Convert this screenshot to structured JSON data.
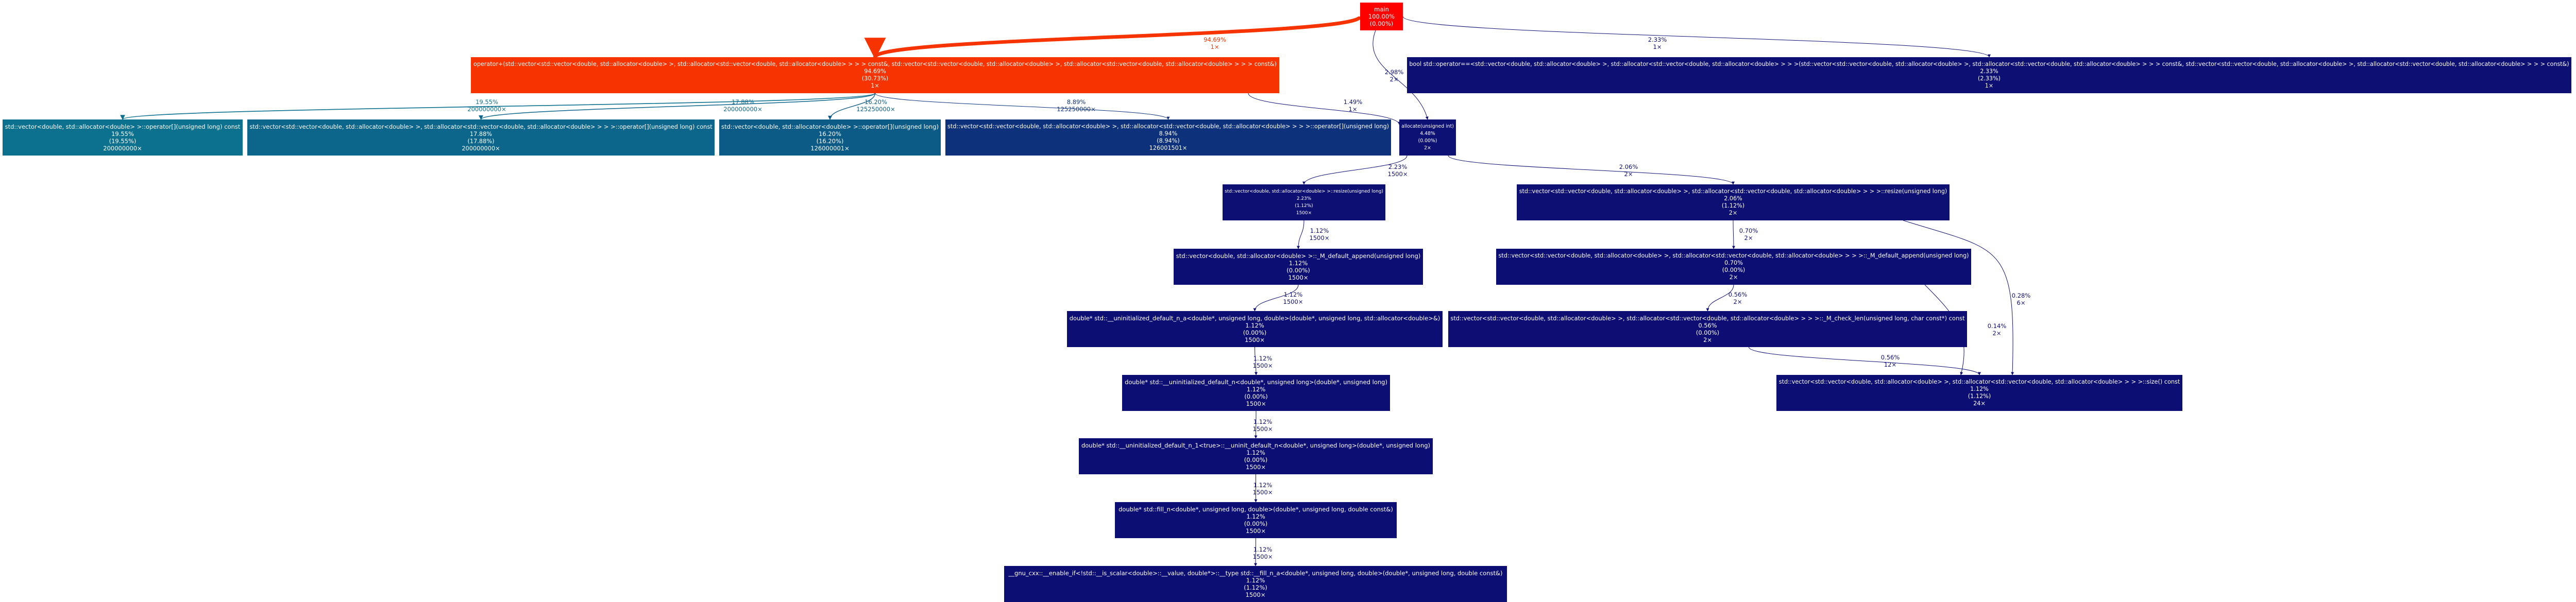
{
  "nodes": [
    {
      "id": "main",
      "color": "#ff0000",
      "lines": [
        "main",
        "100.00%",
        "(0.00%)"
      ]
    },
    {
      "id": "op_plus",
      "color": "#f73400",
      "lines": [
        "operator+(std::vector<std::vector<double, std::allocator<double> >, std::allocator<std::vector<double, std::allocator<double> > > > const&, std::vector<std::vector<double, std::allocator<double> >, std::allocator<std::vector<double, std::allocator<double> > > > const&)",
        "94.69%",
        "(30.73%)",
        "1×"
      ]
    },
    {
      "id": "op_eq",
      "color": "#0d0f73",
      "lines": [
        "bool std::operator==<std::vector<double, std::allocator<double> >, std::allocator<std::vector<double, std::allocator<double> > > >(std::vector<std::vector<double, std::allocator<double> >, std::allocator<std::vector<double, std::allocator<double> > > > const&, std::vector<std::vector<double, std::allocator<double> >, std::allocator<std::vector<double, std::allocator<double> > > > const&)",
        "2.33%",
        "(2.33%)",
        "1×"
      ]
    },
    {
      "id": "vec_idx_c",
      "color": "#0c718f",
      "lines": [
        "std::vector<double, std::allocator<double> >::operator[](unsigned long) const",
        "19.55%",
        "(19.55%)",
        "200000000×"
      ]
    },
    {
      "id": "vvec_idx_c",
      "color": "#0c668b",
      "lines": [
        "std::vector<std::vector<double, std::allocator<double> >, std::allocator<std::vector<double, std::allocator<double> > > >::operator[](unsigned long) const",
        "17.88%",
        "(17.88%)",
        "200000000×"
      ]
    },
    {
      "id": "vec_idx",
      "color": "#0c5b87",
      "lines": [
        "std::vector<double, std::allocator<double> >::operator[](unsigned long)",
        "16.20%",
        "(16.20%)",
        "126000001×"
      ]
    },
    {
      "id": "vvec_idx",
      "color": "#0d317b",
      "lines": [
        "std::vector<std::vector<double, std::allocator<double> >, std::allocator<std::vector<double, std::allocator<double> > > >::operator[](unsigned long)",
        "8.94%",
        "(8.94%)",
        "126001501×"
      ]
    },
    {
      "id": "alloc_fn",
      "color": "#0d1174",
      "lines": [
        "allocate(unsigned int)",
        "4.48%",
        "(0.00%)",
        "2×"
      ]
    },
    {
      "id": "vec_resize",
      "color": "#0d0f73",
      "lines": [
        "std::vector<double, std::allocator<double> >::resize(unsigned long)",
        "2.23%",
        "(1.12%)",
        "1500×"
      ]
    },
    {
      "id": "vvec_resize",
      "color": "#0d0f73",
      "lines": [
        "std::vector<std::vector<double, std::allocator<double> >, std::allocator<std::vector<double, std::allocator<double> > > >::resize(unsigned long)",
        "2.06%",
        "(1.12%)",
        "2×"
      ]
    },
    {
      "id": "vec_def_append",
      "color": "#0d0e73",
      "lines": [
        "std::vector<double, std::allocator<double> >::_M_default_append(unsigned long)",
        "1.12%",
        "(0.00%)",
        "1500×"
      ]
    },
    {
      "id": "vvec_def_append",
      "color": "#0d0e73",
      "lines": [
        "std::vector<std::vector<double, std::allocator<double> >, std::allocator<std::vector<double, std::allocator<double> > > >::_M_default_append(unsigned long)",
        "0.70%",
        "(0.00%)",
        "2×"
      ]
    },
    {
      "id": "uninit_a",
      "color": "#0d0e73",
      "lines": [
        "double* std::__uninitialized_default_n_a<double*, unsigned long, double>(double*, unsigned long, std::allocator<double>&)",
        "1.12%",
        "(0.00%)",
        "1500×"
      ]
    },
    {
      "id": "check_len",
      "color": "#0d0d73",
      "lines": [
        "std::vector<std::vector<double, std::allocator<double> >, std::allocator<std::vector<double, std::allocator<double> > > >::_M_check_len(unsigned long, char const*) const",
        "0.56%",
        "(0.00%)",
        "2×"
      ]
    },
    {
      "id": "uninit_n",
      "color": "#0d0e73",
      "lines": [
        "double* std::__uninitialized_default_n<double*, unsigned long>(double*, unsigned long)",
        "1.12%",
        "(0.00%)",
        "1500×"
      ]
    },
    {
      "id": "vvec_size",
      "color": "#0d0e73",
      "lines": [
        "std::vector<std::vector<double, std::allocator<double> >, std::allocator<std::vector<double, std::allocator<double> > > >::size() const",
        "1.12%",
        "(1.12%)",
        "24×"
      ]
    },
    {
      "id": "uninit_1",
      "color": "#0d0e73",
      "lines": [
        "double* std::__uninitialized_default_n_1<true>::__uninit_default_n<double*, unsigned long>(double*, unsigned long)",
        "1.12%",
        "(0.00%)",
        "1500×"
      ]
    },
    {
      "id": "fill_n",
      "color": "#0d0e73",
      "lines": [
        "double* std::fill_n<double*, unsigned long, double>(double*, unsigned long, double const&)",
        "1.12%",
        "(0.00%)",
        "1500×"
      ]
    },
    {
      "id": "fill_n_a",
      "color": "#0d0e73",
      "lines": [
        "__gnu_cxx::__enable_if<!std::__is_scalar<double>::__value, double*>::__type std::__fill_n_a<double*, unsigned long, double>(double*, unsigned long, double const&)",
        "1.12%",
        "(1.12%)",
        "1500×"
      ]
    }
  ],
  "edges": [
    {
      "from": "main",
      "to": "op_plus",
      "color": "#f73400",
      "label": [
        "94.69%",
        "1×"
      ]
    },
    {
      "from": "main",
      "to": "alloc_fn",
      "color": "#0d1174",
      "label": [
        "2.98%",
        "2×"
      ]
    },
    {
      "from": "main",
      "to": "op_eq",
      "color": "#0d0f73",
      "label": [
        "2.33%",
        "1×"
      ]
    },
    {
      "from": "op_plus",
      "to": "vec_idx_c",
      "color": "#0c718f",
      "label": [
        "19.55%",
        "200000000×"
      ]
    },
    {
      "from": "op_plus",
      "to": "vvec_idx_c",
      "color": "#0c668b",
      "label": [
        "17.88%",
        "200000000×"
      ]
    },
    {
      "from": "op_plus",
      "to": "vec_idx",
      "color": "#0c5b87",
      "label": [
        "16.20%",
        "125250000×"
      ]
    },
    {
      "from": "op_plus",
      "to": "vvec_idx",
      "color": "#0d317b",
      "label": [
        "8.89%",
        "125250000×"
      ]
    },
    {
      "from": "op_plus",
      "to": "alloc_fn",
      "color": "#0d1174",
      "label": [
        "1.49%",
        "1×"
      ]
    },
    {
      "from": "alloc_fn",
      "to": "vec_resize",
      "color": "#0d0f73",
      "label": [
        "2.23%",
        "1500×"
      ]
    },
    {
      "from": "alloc_fn",
      "to": "vvec_resize",
      "color": "#0d0f73",
      "label": [
        "2.06%",
        "2×"
      ]
    },
    {
      "from": "vec_resize",
      "to": "vec_def_append",
      "color": "#0d0e73",
      "label": [
        "1.12%",
        "1500×"
      ]
    },
    {
      "from": "vvec_resize",
      "to": "vvec_def_append",
      "color": "#0d0e73",
      "label": [
        "0.70%",
        "2×"
      ]
    },
    {
      "from": "vvec_resize",
      "to": "vvec_size",
      "color": "#0d0e73",
      "label": [
        "0.28%",
        "6×"
      ]
    },
    {
      "from": "vec_def_append",
      "to": "uninit_a",
      "color": "#0d0e73",
      "label": [
        "1.12%",
        "1500×"
      ]
    },
    {
      "from": "vvec_def_append",
      "to": "check_len",
      "color": "#0d0d73",
      "label": [
        "0.56%",
        "2×"
      ]
    },
    {
      "from": "vvec_def_append",
      "to": "vvec_size",
      "color": "#0d0d73",
      "label": [
        "0.14%",
        "2×"
      ]
    },
    {
      "from": "check_len",
      "to": "vvec_size",
      "color": "#0d0d73",
      "label": [
        "0.56%",
        "12×"
      ]
    },
    {
      "from": "uninit_a",
      "to": "uninit_n",
      "color": "#0d0e73",
      "label": [
        "1.12%",
        "1500×"
      ]
    },
    {
      "from": "uninit_n",
      "to": "uninit_1",
      "color": "#0d0e73",
      "label": [
        "1.12%",
        "1500×"
      ]
    },
    {
      "from": "uninit_1",
      "to": "fill_n",
      "color": "#0d0e73",
      "label": [
        "1.12%",
        "1500×"
      ]
    },
    {
      "from": "fill_n",
      "to": "fill_n_a",
      "color": "#0d0e73",
      "label": [
        "1.12%",
        "1500×"
      ]
    }
  ]
}
